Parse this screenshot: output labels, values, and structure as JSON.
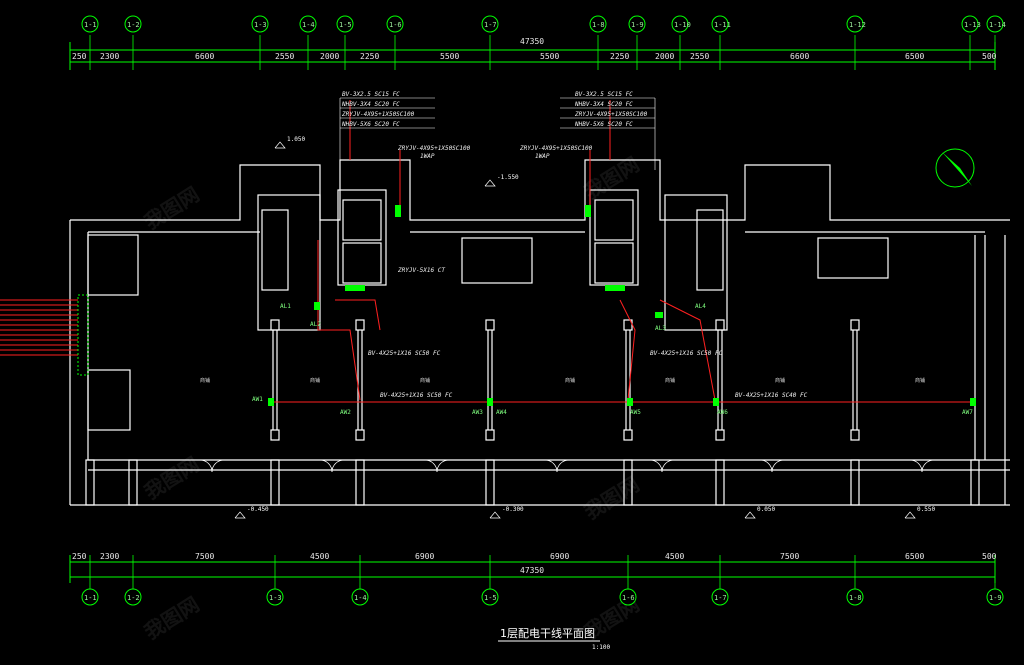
{
  "top_axes": [
    "1-1",
    "1-2",
    "1-3",
    "1-4",
    "1-5",
    "1-6",
    "1-7",
    "1-8",
    "1-9",
    "1-10",
    "1-11",
    "1-12",
    "1-13",
    "1-14"
  ],
  "top_total": "47350",
  "top_dims": [
    "250",
    "2300",
    "6600",
    "2550",
    "2000",
    "2250",
    "5500",
    "5500",
    "2250",
    "2000",
    "2550",
    "6600",
    "6500",
    "500"
  ],
  "bottom_axes": [
    "1-1",
    "1-2",
    "1-3",
    "1-4",
    "1-5",
    "1-6",
    "1-7",
    "1-8",
    "1-9"
  ],
  "bottom_total": "47350",
  "bottom_dims": [
    "250",
    "2300",
    "7500",
    "4500",
    "6900",
    "6900",
    "4500",
    "7500",
    "6500",
    "500"
  ],
  "levels": {
    "l1": "1.050",
    "l2": "-1.550",
    "l3": "-0.450",
    "l4": "-0.300",
    "l5": "0.050",
    "l6": "0.550"
  },
  "cable_notes_left": [
    "BV-3X2.5 SC15 FC",
    "NHBV-3X4 SC20 FC",
    "ZRYJV-4X95+1X50SC100",
    "NHBV-5X6 SC20 FC"
  ],
  "cable_notes_right": [
    "BV-3X2.5 SC15 FC",
    "NHBV-3X4 SC20 FC",
    "ZRYJV-4X95+1X50SC100",
    "NHBV-5X6 SC20 FC"
  ],
  "feeder_left": "ZRYJV-4X95+1X50SC100",
  "feeder_right": "ZRYJV-4X95+1X50SC100",
  "feeder_sub": "1WAP",
  "riser": "ZRYJV-5X16 CT",
  "runs": {
    "r1": "BV-4X25+1X16 SC50 FC",
    "r2": "BV-4X25+1X16 SC50 FC",
    "r3": "BV-4X25+1X16 SC40 FC"
  },
  "panels": {
    "p1": "AW1",
    "p2": "AW2",
    "p3": "AW3",
    "p4": "AW4",
    "p5": "AW5",
    "p6": "AW6",
    "p7": "AW7",
    "p8": "AL1",
    "p9": "AL2",
    "p10": "AL3",
    "p11": "AL4"
  },
  "rooms": {
    "shop": "商铺",
    "shop2": "商铺"
  },
  "title": "1层配电干线平面图",
  "scale": "1:100",
  "watermark": "我图网",
  "colors": {
    "axis": "#00ff00",
    "wall": "#ffffff",
    "wire": "#ff0000",
    "panel": "#00ff00",
    "dim": "#e8e8e8"
  }
}
